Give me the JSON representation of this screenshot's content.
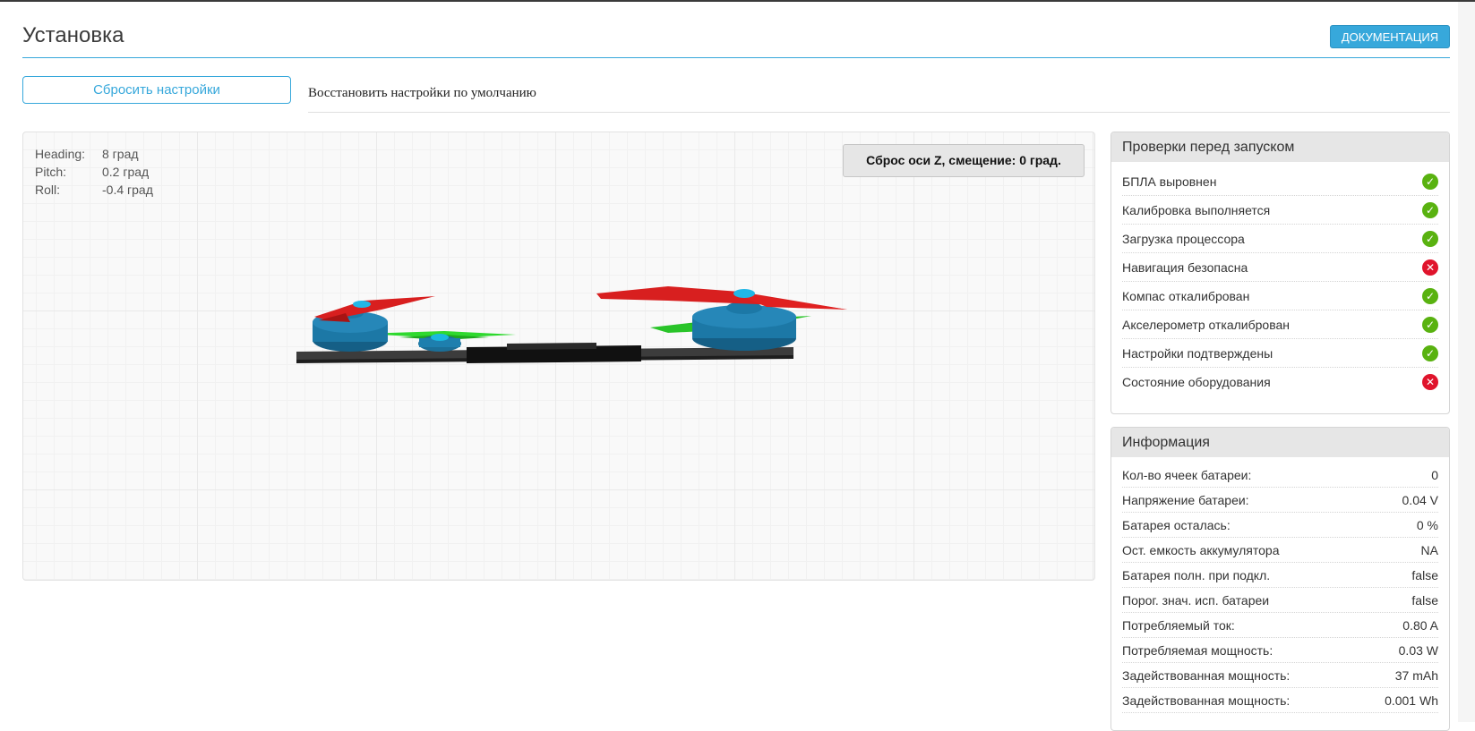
{
  "page": {
    "title": "Установка",
    "doc_button": "ДОКУМЕНТАЦИЯ",
    "reset_button": "Сбросить настройки",
    "reset_description": "Восстановить настройки по умолчанию"
  },
  "viewport": {
    "z_reset_button": "Сброс оси Z, смещение: 0 град.",
    "attitude": [
      {
        "label": "Heading:",
        "value": "8 град"
      },
      {
        "label": "Pitch:",
        "value": "0.2 град"
      },
      {
        "label": "Roll:",
        "value": "-0.4 град"
      }
    ]
  },
  "checks": {
    "title": "Проверки перед запуском",
    "items": [
      {
        "label": "БПЛА выровнен",
        "ok": true
      },
      {
        "label": "Калибровка выполняется",
        "ok": true
      },
      {
        "label": "Загрузка процессора",
        "ok": true
      },
      {
        "label": "Навигация безопасна",
        "ok": false
      },
      {
        "label": "Компас откалиброван",
        "ok": true
      },
      {
        "label": "Акселерометр откалиброван",
        "ok": true
      },
      {
        "label": "Настройки подтверждены",
        "ok": true
      },
      {
        "label": "Состояние оборудования",
        "ok": false
      }
    ],
    "ok_icon": "check-circle-icon",
    "fail_icon": "x-circle-icon",
    "ok_color": "#59b210",
    "fail_color": "#e0142c"
  },
  "info": {
    "title": "Информация",
    "rows": [
      {
        "label": "Кол-во ячеек батареи:",
        "value": "0"
      },
      {
        "label": "Напряжение батареи:",
        "value": "0.04 V"
      },
      {
        "label": "Батарея осталась:",
        "value": "0 %"
      },
      {
        "label": "Ост. емкость аккумулятора",
        "value": "NA"
      },
      {
        "label": "Батарея полн. при подкл.",
        "value": "false"
      },
      {
        "label": "Порог. знач. исп. батареи",
        "value": "false"
      },
      {
        "label": "Потребляемый ток:",
        "value": "0.80 A"
      },
      {
        "label": "Потребляемая мощность:",
        "value": "0.03 W"
      },
      {
        "label": "Задействованная мощность:",
        "value": "37 mAh"
      },
      {
        "label": "Задействованная мощность:",
        "value": "0.001 Wh"
      }
    ]
  },
  "colors": {
    "accent": "#37a8db"
  }
}
